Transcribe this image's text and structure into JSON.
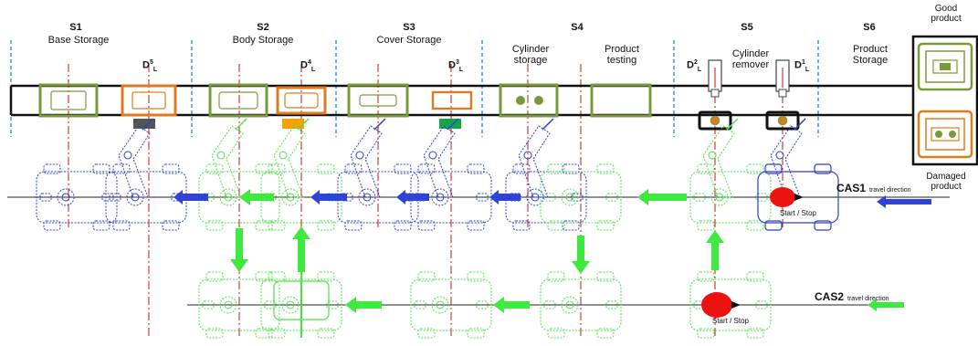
{
  "stations": [
    {
      "id": "S1",
      "name": "Base Storage"
    },
    {
      "id": "S2",
      "name": "Body Storage"
    },
    {
      "id": "S3",
      "name": "Cover Storage"
    },
    {
      "id": "S4",
      "name_left": "Cylinder storage",
      "name_right": "Product testing"
    },
    {
      "id": "S5",
      "name": "Cylinder remover"
    },
    {
      "id": "S6",
      "name": "Product Storage"
    }
  ],
  "drop_points": {
    "d5": {
      "base": "D",
      "sup": "5",
      "sub": "L"
    },
    "d4": {
      "base": "D",
      "sup": "4",
      "sub": "L"
    },
    "d3": {
      "base": "D",
      "sup": "3",
      "sub": "L"
    },
    "d2": {
      "base": "D",
      "sup": "2",
      "sub": "L"
    },
    "d1": {
      "base": "D",
      "sup": "1",
      "sub": "L"
    }
  },
  "bins": {
    "good": "Good product",
    "damaged": "Damaged product"
  },
  "routes": {
    "cas1": {
      "name": "CAS1",
      "subtitle": "travel direction",
      "start_stop": "Start / Stop"
    },
    "cas2": {
      "name": "CAS2",
      "subtitle": "travel direction",
      "start_stop": "Start / Stop"
    }
  },
  "colors": {
    "conveyor": "#111111",
    "station_divider": "#3aa6d8",
    "centerline": "#c0141a",
    "green_part": "#7a9a3a",
    "orange_part": "#e07a1f",
    "cas1_robot": "#2b3fc7",
    "cas2_robot": "#4ee04e",
    "flow_green": "#3dea3d",
    "flow_blue": "#2f43d6",
    "start_marker": "#ee1111",
    "gripper_dark": "#555555",
    "gripper_orange": "#f5a300",
    "gripper_green": "#17a34a"
  }
}
